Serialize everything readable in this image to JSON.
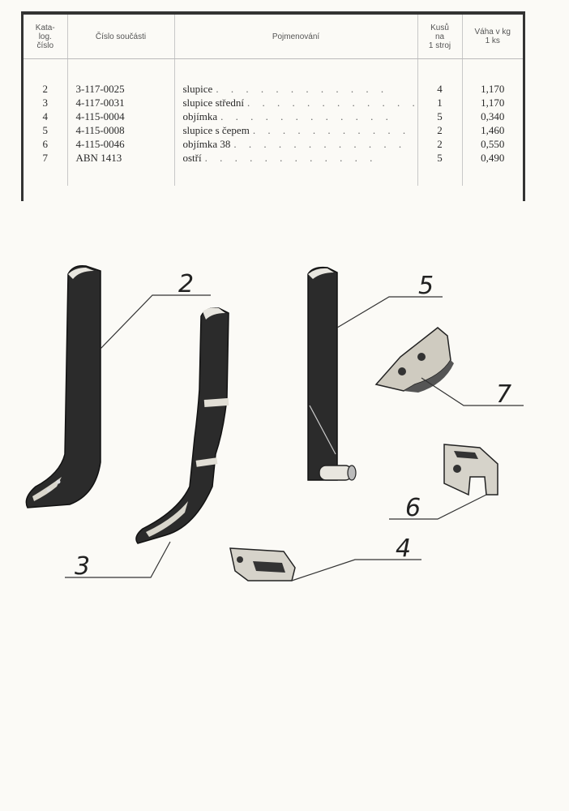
{
  "table": {
    "headers": {
      "catalog_no": "Kata-\nlog.\nčíslo",
      "part_no": "Číslo součásti",
      "name": "Pojmenování",
      "qty": "Kusů\nna\n1 stroj",
      "weight": "Váha v kg\n1 ks"
    },
    "rows": [
      {
        "cat": "2",
        "part": "3-117-0025",
        "name": "slupice",
        "qty": "4",
        "weight": "1,170"
      },
      {
        "cat": "3",
        "part": "4-117-0031",
        "name": "slupice střední",
        "qty": "1",
        "weight": "1,170"
      },
      {
        "cat": "4",
        "part": "4-115-0004",
        "name": "objímka",
        "qty": "5",
        "weight": "0,340"
      },
      {
        "cat": "5",
        "part": "4-115-0008",
        "name": "slupice s čepem",
        "qty": "2",
        "weight": "1,460"
      },
      {
        "cat": "6",
        "part": "4-115-0046",
        "name": "objímka 38",
        "qty": "2",
        "weight": "0,550"
      },
      {
        "cat": "7",
        "part": "ABN 1413",
        "name": "ostří",
        "qty": "5",
        "weight": "0,490"
      }
    ]
  },
  "drawing": {
    "labels": {
      "shank": "2",
      "center_shank": "3",
      "clamp": "4",
      "pin_shank": "5",
      "clamp_38": "6",
      "share": "7"
    }
  }
}
